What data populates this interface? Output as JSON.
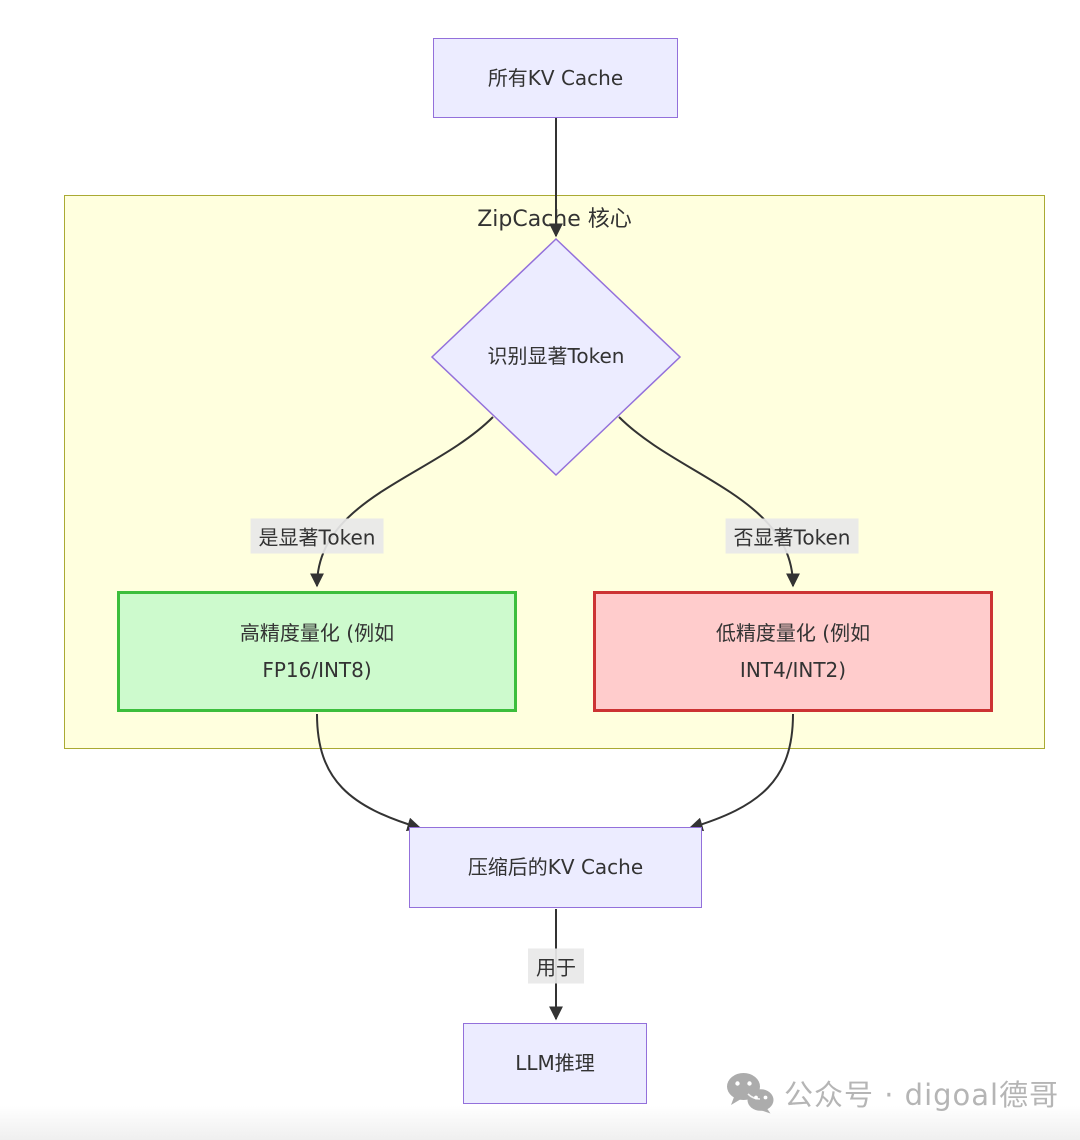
{
  "diagram": {
    "title": "ZipCache 核心",
    "nodes": {
      "source": {
        "label": "所有KV Cache"
      },
      "decision": {
        "label": "识别显著Token"
      },
      "high_precision": {
        "line1": "高精度量化 (例如",
        "line2": "FP16/INT8)"
      },
      "low_precision": {
        "line1": "低精度量化 (例如",
        "line2": "INT4/INT2)"
      },
      "compressed": {
        "label": "压缩后的KV Cache"
      },
      "llm": {
        "label": "LLM推理"
      }
    },
    "edge_labels": {
      "yes": "是显著Token",
      "no": "否显著Token",
      "use": "用于"
    },
    "colors": {
      "node_fill": "#ECECFF",
      "node_border": "#9370DB",
      "cluster_fill": "#FFFFDE",
      "cluster_border": "#AAAA33",
      "high_fill": "#CDFACD",
      "high_border": "#3CBE3C",
      "low_fill": "#FFCCCC",
      "low_border": "#CC3333",
      "edge_stroke": "#333333",
      "edge_label_bg": "#E8E8E8",
      "text": "#333333",
      "watermark_gray": "#B5B5B5"
    }
  },
  "watermark": {
    "icon": "wechat-icon",
    "text": "公众号 · digoal德哥"
  }
}
